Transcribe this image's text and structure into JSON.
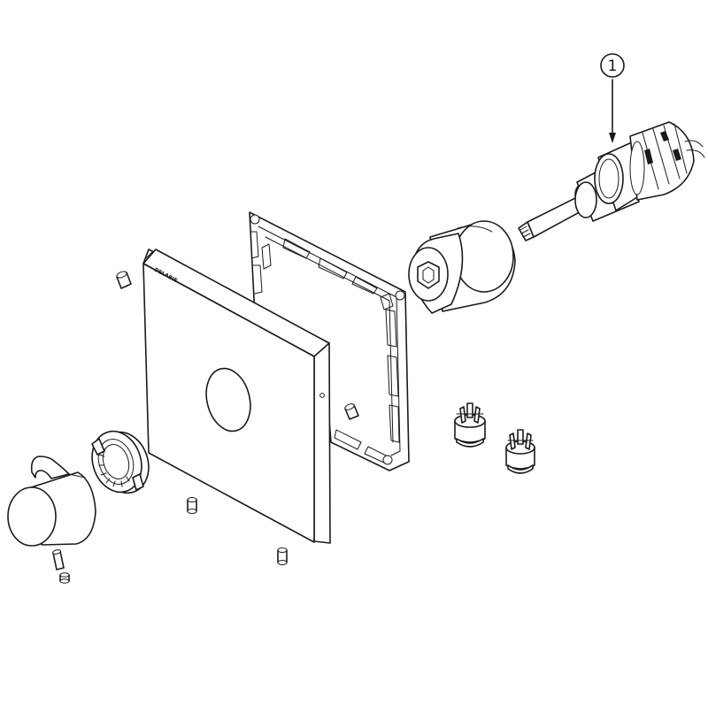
{
  "callouts": [
    {
      "label": "1",
      "part": "thermostatic-cartridge"
    }
  ],
  "logo_text": "DELABIE",
  "colors": {
    "line": "#1a1a1a",
    "background": "#ffffff"
  }
}
